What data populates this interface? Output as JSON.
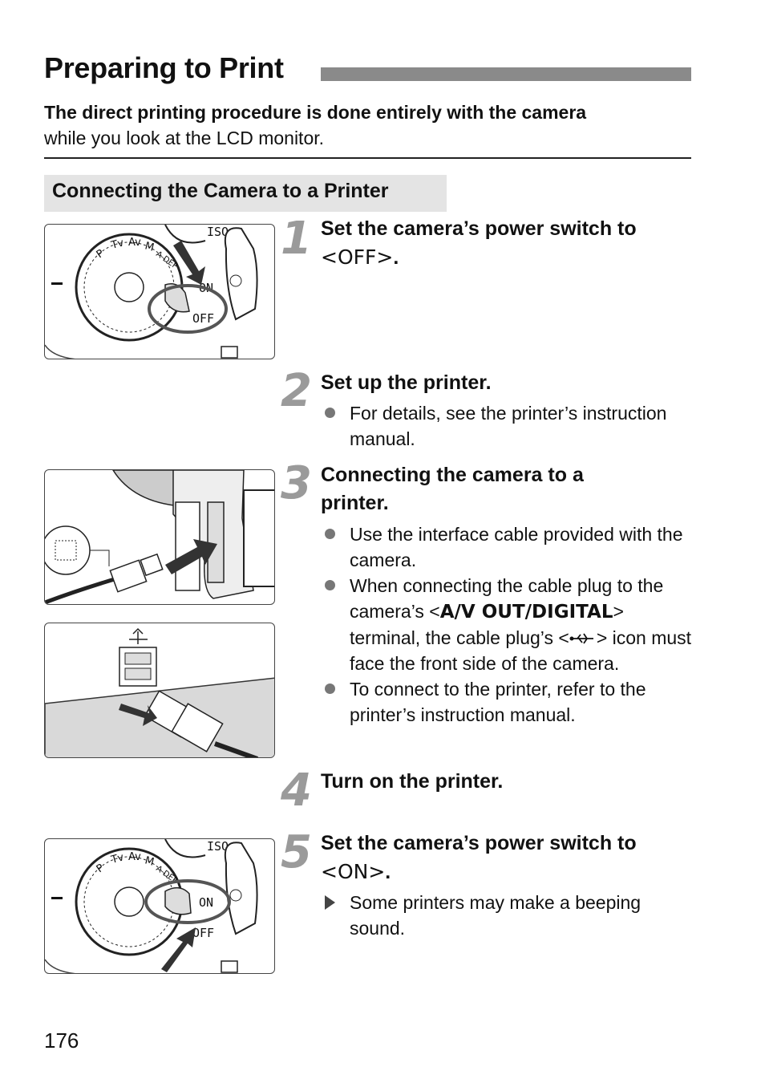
{
  "header": {
    "title": "Preparing to Print"
  },
  "intro": {
    "bold": "The direct printing procedure is done entirely with the camera",
    "normal": "while you look at the LCD monitor."
  },
  "section": {
    "title": "Connecting the Camera to a Printer"
  },
  "steps": [
    {
      "number": "1",
      "heading_pre": "Set the camera’s power switch to ",
      "heading_code": "<OFF>",
      "heading_post": "."
    },
    {
      "number": "2",
      "heading": "Set up the printer.",
      "bullets": [
        "For details, see the printer’s instruction manual."
      ]
    },
    {
      "number": "3",
      "heading": "Connecting the camera to a printer.",
      "bullets": [
        "Use the interface cable provided with the camera.",
        "When connecting the cable plug to the camera’s < A/V OUT/DIGITAL > terminal, the cable plug’s <⇠> icon must face the front side of the camera.",
        "To connect to the printer, refer to the printer’s instruction manual."
      ],
      "bullet2_parts": {
        "pre": "When connecting the cable plug to the camera’s <",
        "code": "A/V OUT/DIGITAL",
        "mid": "> terminal, the cable plug’s <",
        "post": "> icon must face the front side of the camera."
      }
    },
    {
      "number": "4",
      "heading": "Turn on the printer."
    },
    {
      "number": "5",
      "heading_pre": "Set the camera’s power switch to ",
      "heading_code": "<ON>",
      "heading_post": ".",
      "bullets": [
        "Some printers may make a beeping sound."
      ]
    }
  ],
  "figure_labels": {
    "iso": "ISO",
    "on": "ON",
    "off": "OFF",
    "a_dep": "A-DEP",
    "m": "M",
    "av": "Av",
    "tv": "Tv",
    "p": "P"
  },
  "footer": {
    "page_number": "176"
  }
}
